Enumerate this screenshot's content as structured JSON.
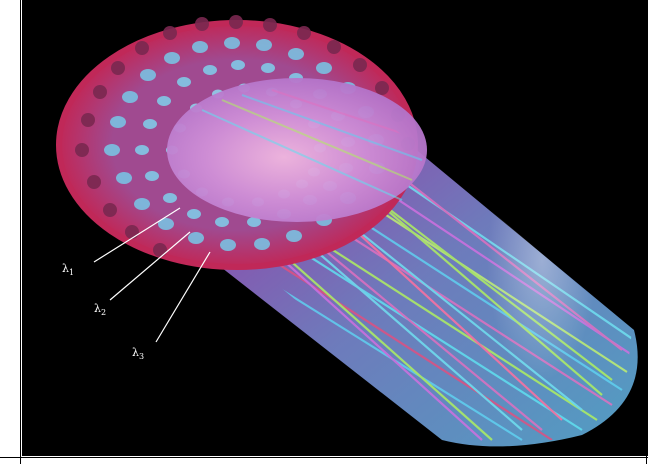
{
  "image": {
    "labels": [
      {
        "symbol": "λ",
        "subscript": "1"
      },
      {
        "symbol": "λ",
        "subscript": "2"
      },
      {
        "symbol": "λ",
        "subscript": "3"
      }
    ],
    "colors": {
      "background": "#000000",
      "cladding": "#c03060",
      "core": "#d8a0d0",
      "cyan": "#60d0f0",
      "green": "#b0f060",
      "magenta": "#c070e0"
    }
  }
}
